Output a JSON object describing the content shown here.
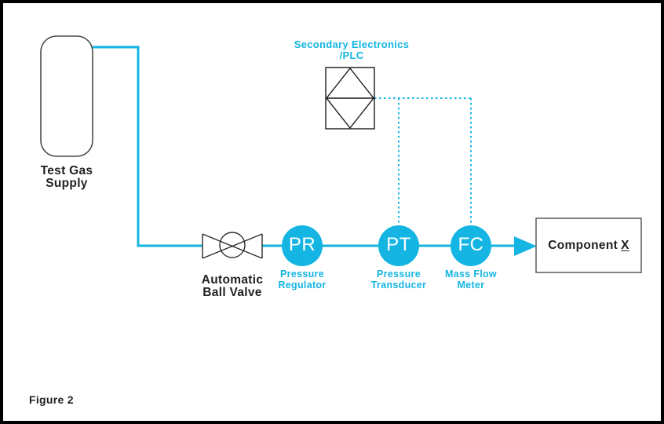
{
  "figure_caption": "Figure 2",
  "colors": {
    "accent": "#14B5E2",
    "ink": "#231F20",
    "shape_outline_dark": "#2B2B2B",
    "shape_outline_gray": "#4D4D4D",
    "background": "#FFFFFF",
    "border": "#000000"
  },
  "nodes": {
    "test_gas_supply": {
      "line1": "Test Gas",
      "line2": "Supply"
    },
    "secondary_electronics": {
      "line1": "Secondary Electronics",
      "line2": "/PLC"
    },
    "ball_valve": {
      "line1": "Automatic",
      "line2": "Ball Valve"
    },
    "pressure_regulator": {
      "tag": "PR",
      "line1": "Pressure",
      "line2": "Regulator"
    },
    "pressure_transducer": {
      "tag": "PT",
      "line1": "Pressure",
      "line2": "Transducer"
    },
    "mass_flow_meter": {
      "tag": "FC",
      "line1": "Mass Flow",
      "line2": "Meter"
    },
    "component_x": {
      "prefix": "Component",
      "suffix": "X"
    }
  }
}
